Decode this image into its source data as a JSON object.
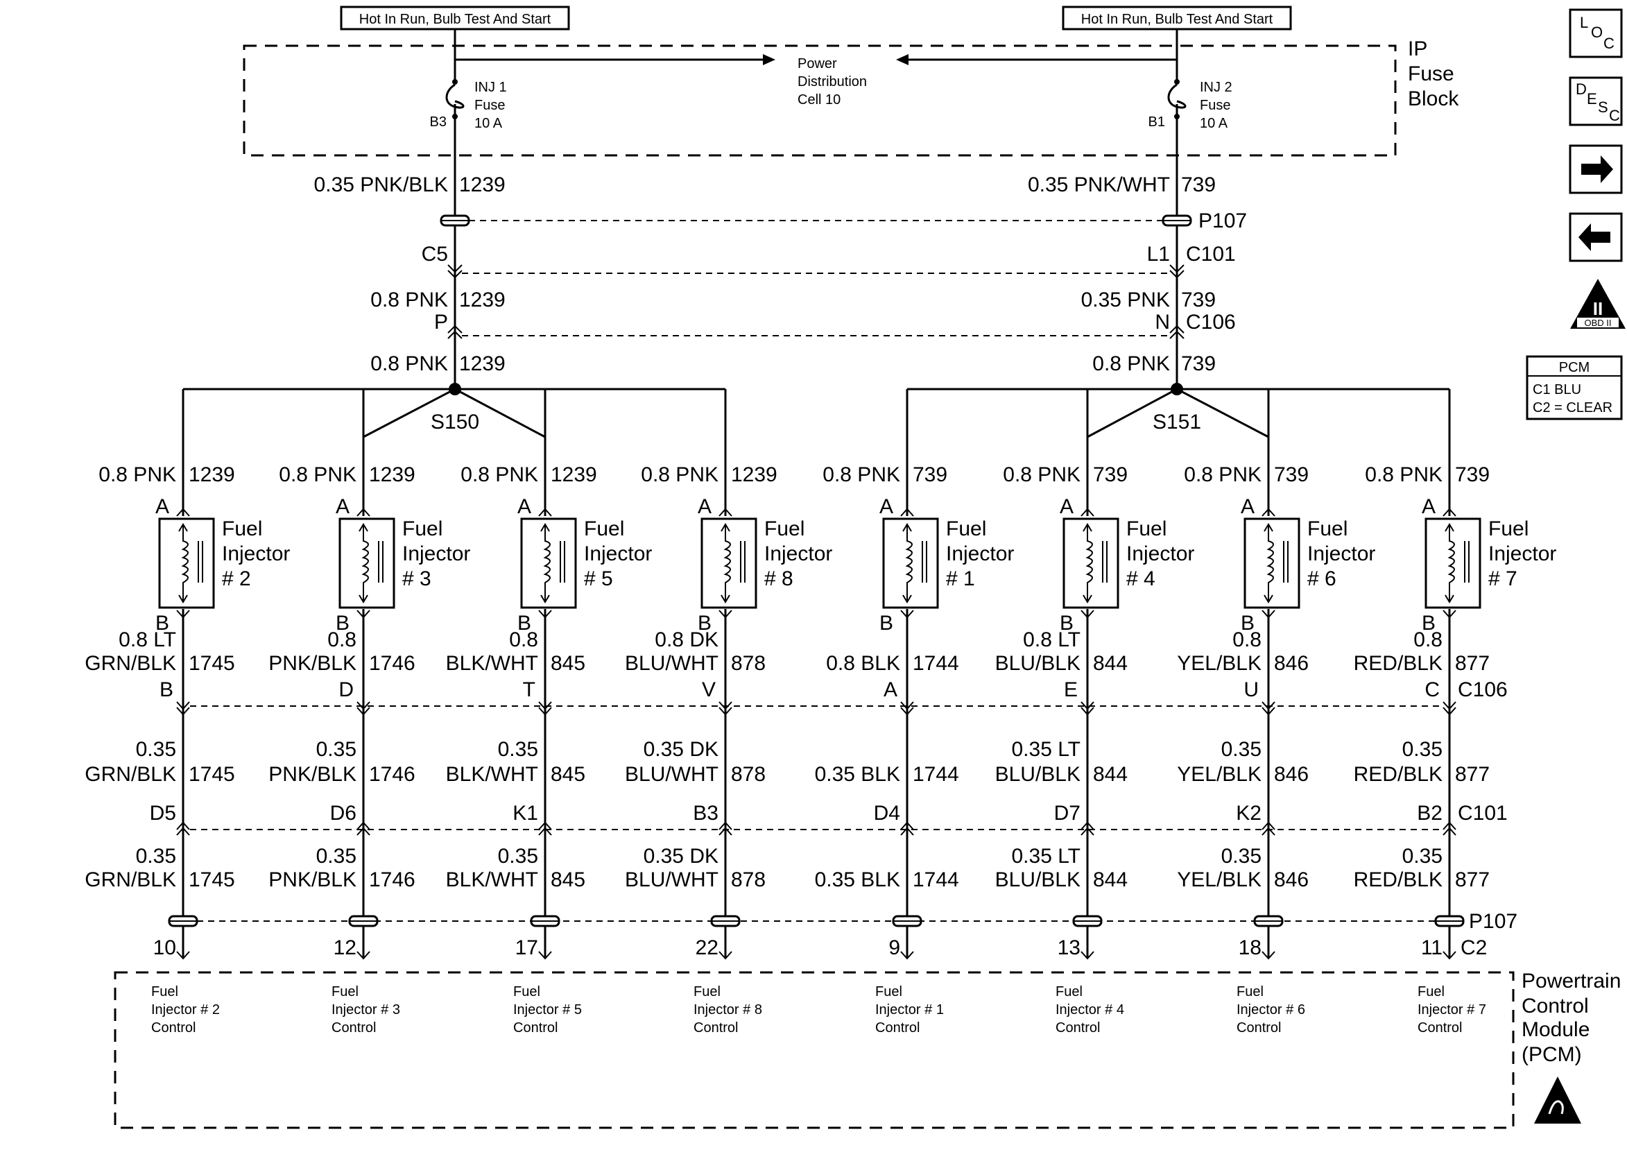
{
  "top": {
    "left_label": "Hot In Run, Bulb Test And Start",
    "right_label": "Hot In Run, Bulb Test And Start",
    "fuse_block": [
      "IP",
      "Fuse",
      "Block"
    ],
    "power_dist": [
      "Power",
      "Distribution",
      "Cell 10"
    ],
    "fuse_left": {
      "lines": [
        "INJ 1",
        "Fuse",
        "10 A"
      ],
      "pin": "B3"
    },
    "fuse_right": {
      "lines": [
        "INJ 2",
        "Fuse",
        "10 A"
      ],
      "pin": "B1"
    }
  },
  "trunk_left": {
    "w1": "0.35 PNK/BLK",
    "c1": "1239",
    "pin_c101": "C5",
    "w2": "0.8 PNK",
    "c2": "1239",
    "pin_c106": "P",
    "w3": "0.8 PNK",
    "c3": "1239",
    "splice": "S150"
  },
  "trunk_right": {
    "w1": "0.35 PNK/WHT",
    "c1": "739",
    "pin_c101": "L1",
    "w2": "0.35 PNK",
    "c2": "739",
    "pin_c106": "N",
    "w3": "0.8 PNK",
    "c3": "739",
    "splice": "S151"
  },
  "connectors": {
    "p107_top": "P107",
    "c101_top": "C101",
    "c106_top": "C106",
    "c106": "C106",
    "c101": "C101",
    "p107": "P107",
    "c2": "C2"
  },
  "injectors": [
    {
      "supply_gauge": "0.8 PNK",
      "supply_circuit": "1239",
      "pin_a": "A",
      "pin_b": "B",
      "label": [
        "Fuel",
        "Injector",
        "# 2"
      ],
      "out1": [
        "0.8 LT",
        "GRN/BLK"
      ],
      "out1_circuit": "1745",
      "c106_pin": "B",
      "mid": [
        "0.35",
        "GRN/BLK"
      ],
      "mid_circuit": "1745",
      "c101_pin": "D5",
      "low": [
        "0.35",
        "GRN/BLK"
      ],
      "low_circuit": "1745",
      "pcm_pin": "10",
      "pcm_label": [
        "Fuel",
        "Injector # 2",
        "Control"
      ]
    },
    {
      "supply_gauge": "0.8 PNK",
      "supply_circuit": "1239",
      "pin_a": "A",
      "pin_b": "B",
      "label": [
        "Fuel",
        "Injector",
        "# 3"
      ],
      "out1": [
        "0.8",
        "PNK/BLK"
      ],
      "out1_circuit": "1746",
      "c106_pin": "D",
      "mid": [
        "0.35",
        "PNK/BLK"
      ],
      "mid_circuit": "1746",
      "c101_pin": "D6",
      "low": [
        "0.35",
        "PNK/BLK"
      ],
      "low_circuit": "1746",
      "pcm_pin": "12",
      "pcm_label": [
        "Fuel",
        "Injector # 3",
        "Control"
      ]
    },
    {
      "supply_gauge": "0.8 PNK",
      "supply_circuit": "1239",
      "pin_a": "A",
      "pin_b": "B",
      "label": [
        "Fuel",
        "Injector",
        "# 5"
      ],
      "out1": [
        "0.8",
        "BLK/WHT"
      ],
      "out1_circuit": "845",
      "c106_pin": "T",
      "mid": [
        "0.35",
        "BLK/WHT"
      ],
      "mid_circuit": "845",
      "c101_pin": "K1",
      "low": [
        "0.35",
        "BLK/WHT"
      ],
      "low_circuit": "845",
      "pcm_pin": "17",
      "pcm_label": [
        "Fuel",
        "Injector # 5",
        "Control"
      ]
    },
    {
      "supply_gauge": "0.8 PNK",
      "supply_circuit": "1239",
      "pin_a": "A",
      "pin_b": "B",
      "label": [
        "Fuel",
        "Injector",
        "# 8"
      ],
      "out1": [
        "0.8 DK",
        "BLU/WHT"
      ],
      "out1_circuit": "878",
      "c106_pin": "V",
      "mid": [
        "0.35 DK",
        "BLU/WHT"
      ],
      "mid_circuit": "878",
      "c101_pin": "B3",
      "low": [
        "0.35 DK",
        "BLU/WHT"
      ],
      "low_circuit": "878",
      "pcm_pin": "22",
      "pcm_label": [
        "Fuel",
        "Injector # 8",
        "Control"
      ]
    },
    {
      "supply_gauge": "0.8 PNK",
      "supply_circuit": "739",
      "pin_a": "A",
      "pin_b": "B",
      "label": [
        "Fuel",
        "Injector",
        "# 1"
      ],
      "out1": [
        "",
        "0.8 BLK"
      ],
      "out1_circuit": "1744",
      "c106_pin": "A",
      "mid": [
        "",
        "0.35 BLK"
      ],
      "mid_circuit": "1744",
      "c101_pin": "D4",
      "low": [
        "",
        "0.35 BLK"
      ],
      "low_circuit": "1744",
      "pcm_pin": "9",
      "pcm_label": [
        "Fuel",
        "Injector # 1",
        "Control"
      ]
    },
    {
      "supply_gauge": "0.8 PNK",
      "supply_circuit": "739",
      "pin_a": "A",
      "pin_b": "B",
      "label": [
        "Fuel",
        "Injector",
        "# 4"
      ],
      "out1": [
        "0.8 LT",
        "BLU/BLK"
      ],
      "out1_circuit": "844",
      "c106_pin": "E",
      "mid": [
        "0.35 LT",
        "BLU/BLK"
      ],
      "mid_circuit": "844",
      "c101_pin": "D7",
      "low": [
        "0.35 LT",
        "BLU/BLK"
      ],
      "low_circuit": "844",
      "pcm_pin": "13",
      "pcm_label": [
        "Fuel",
        "Injector # 4",
        "Control"
      ]
    },
    {
      "supply_gauge": "0.8 PNK",
      "supply_circuit": "739",
      "pin_a": "A",
      "pin_b": "B",
      "label": [
        "Fuel",
        "Injector",
        "# 6"
      ],
      "out1": [
        "0.8",
        "YEL/BLK"
      ],
      "out1_circuit": "846",
      "c106_pin": "U",
      "mid": [
        "0.35",
        "YEL/BLK"
      ],
      "mid_circuit": "846",
      "c101_pin": "K2",
      "low": [
        "0.35",
        "YEL/BLK"
      ],
      "low_circuit": "846",
      "pcm_pin": "18",
      "pcm_label": [
        "Fuel",
        "Injector # 6",
        "Control"
      ]
    },
    {
      "supply_gauge": "0.8 PNK",
      "supply_circuit": "739",
      "pin_a": "A",
      "pin_b": "B",
      "label": [
        "Fuel",
        "Injector",
        "# 7"
      ],
      "out1": [
        "0.8",
        "RED/BLK"
      ],
      "out1_circuit": "877",
      "c106_pin": "C",
      "mid": [
        "0.35",
        "RED/BLK"
      ],
      "mid_circuit": "877",
      "c101_pin": "B2",
      "low": [
        "0.35",
        "RED/BLK"
      ],
      "low_circuit": "877",
      "pcm_pin": "11",
      "pcm_label": [
        "Fuel",
        "Injector # 7",
        "Control"
      ]
    }
  ],
  "pcm": {
    "title": [
      "Powertrain",
      "Control",
      "Module",
      "(PCM)"
    ]
  },
  "sidebar": {
    "loc": [
      "L",
      "O",
      "C"
    ],
    "desc": [
      "D",
      "E",
      "S",
      "C"
    ],
    "obd_numeral": "II",
    "obd_text": "OBD II",
    "legend_title": "PCM",
    "legend_c1": "C1   BLU",
    "legend_c2": "C2 = CLEAR"
  }
}
